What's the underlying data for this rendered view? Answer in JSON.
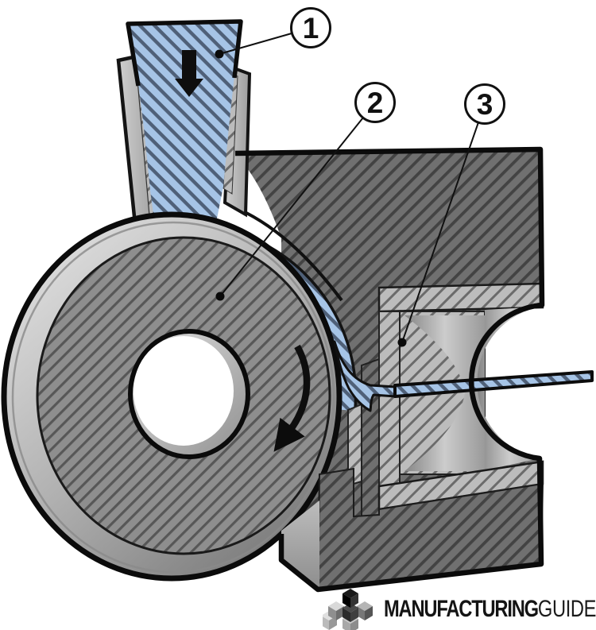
{
  "figure": {
    "type": "cutaway-process-diagram",
    "subject": "rotary continuous extrusion machine cross-section"
  },
  "callouts": [
    {
      "number": "1"
    },
    {
      "number": "2"
    },
    {
      "number": "3"
    }
  ],
  "icons": {
    "feed_direction": "down-arrow",
    "wheel_rotation": "curved-arrow-clockwise",
    "brand": "isometric-cubes"
  },
  "brand": {
    "bold": "MANUFACTURING",
    "light": "GUIDE"
  },
  "colors": {
    "material_blue": "#a6c4e6",
    "material_hatch": "#4f6078",
    "shoe_gray": "#707070",
    "wheel_gray": "#8e8e8e",
    "die_light_gray": "#bcbcbc",
    "outline": "#0c0c0c"
  }
}
